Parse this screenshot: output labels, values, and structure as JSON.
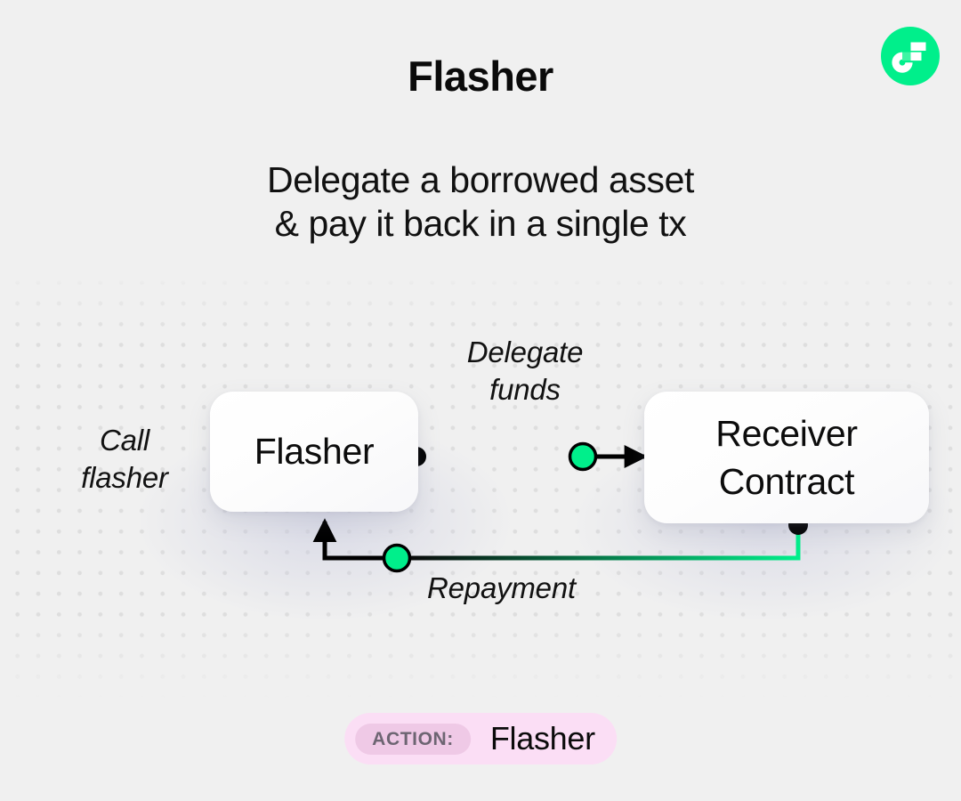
{
  "page": {
    "background_color": "#f0f0f0",
    "title": "Flasher",
    "subtitle_line1": "Delegate a borrowed asset",
    "subtitle_line2": "& pay it back in a single tx"
  },
  "logo": {
    "name": "flow-logo",
    "circle_color": "#00ef8b",
    "accent_color": "#3ef5a4",
    "mark_color": "#ffffff"
  },
  "diagram": {
    "accent_color": "#00ef8b",
    "stroke_color": "#000000",
    "nodes": [
      {
        "id": "flasher",
        "label": "Flasher"
      },
      {
        "id": "receiver",
        "label_line1": "Receiver",
        "label_line2": "Contract"
      }
    ],
    "labels": {
      "call": "Call\nflasher",
      "call_line1": "Call",
      "call_line2": "flasher",
      "delegate_line1": "Delegate",
      "delegate_line2": "funds",
      "repayment": "Repayment"
    }
  },
  "action_badge": {
    "tag": "ACTION:",
    "value": "Flasher",
    "background_color": "#fbdef5",
    "tag_background_color": "#efc9e6",
    "tag_text_color": "#6d6572"
  }
}
